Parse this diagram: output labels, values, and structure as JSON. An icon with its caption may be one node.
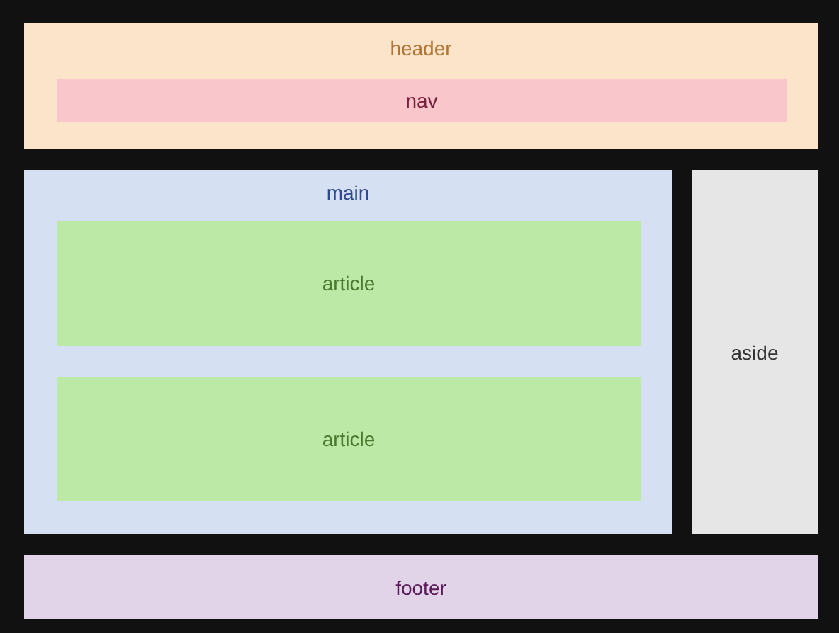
{
  "diagram": {
    "nodes": [
      {
        "text": [
          "header"
        ]
      },
      {
        "text": [
          "nav"
        ],
        "in": 0
      },
      {
        "text": [
          "main"
        ]
      },
      {
        "text": [
          "article"
        ],
        "in": 2
      },
      {
        "text": [
          "article"
        ],
        "in": 2
      },
      {
        "text": [
          "aside"
        ]
      },
      {
        "text": [
          "footer"
        ]
      }
    ]
  }
}
